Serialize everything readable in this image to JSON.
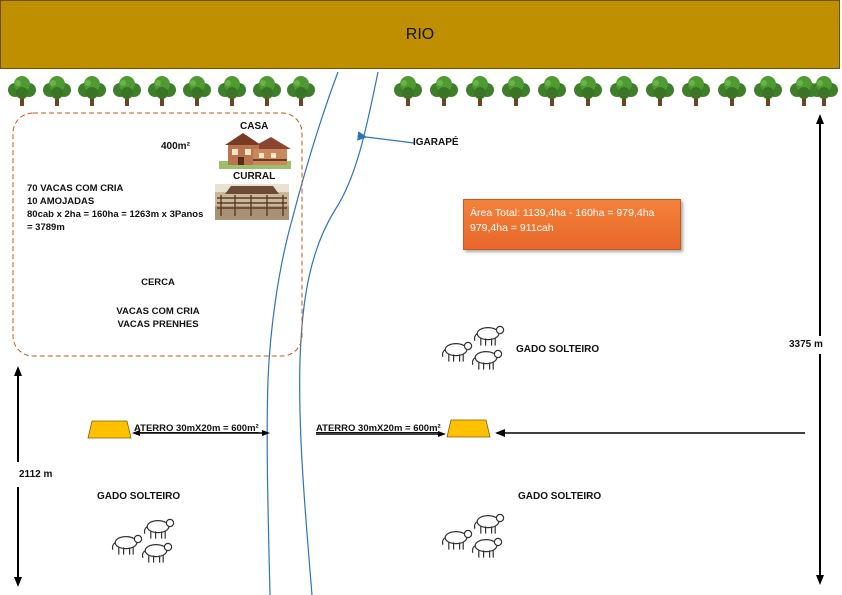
{
  "river": {
    "label": "RIO"
  },
  "stream": {
    "label": "IGARAPÉ"
  },
  "house": {
    "label": "CASA",
    "area": "400m²",
    "icon": "farmhouse-icon"
  },
  "corral": {
    "label": "CURRAL",
    "icon": "corral-photo"
  },
  "paddock_info": {
    "lines": [
      "70 VACAS COM CRIA",
      "10 AMOJADAS",
      "80cab x 2ha = 160ha = 1263m x 3Panos",
      "= 3789m"
    ],
    "fence_label": "CERCA",
    "cattle_lines": [
      "VACAS COM CRIA",
      "VACAS PRENHES"
    ]
  },
  "area_total": {
    "line1": "Área Total: 1139,4ha  - 160ha = 979,4ha",
    "line2": "979,4ha = 911cah"
  },
  "dimensions": {
    "right": "3375 m",
    "left": "2112 m"
  },
  "embankments": [
    {
      "label": "ATERRO 30mX20m = 600m²"
    },
    {
      "label": "ATERRO 30mX20m = 600m²"
    }
  ],
  "herds": [
    {
      "label": "GADO SOLTEIRO"
    },
    {
      "label": "GADO SOLTEIRO"
    },
    {
      "label": "GADO SOLTEIRO"
    }
  ],
  "colors": {
    "river": "#bf8f00",
    "area_box": "#f07a35",
    "aterro": "#ffc000",
    "stream": "#2e75b6",
    "paddock_border": "#c55a11"
  }
}
